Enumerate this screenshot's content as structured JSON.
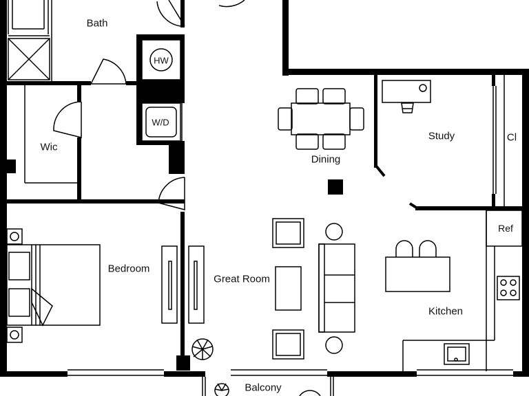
{
  "rooms": {
    "bath": "Bath",
    "wic": "Wic",
    "bedroom": "Bedroom",
    "great_room": "Great Room",
    "dining": "Dining",
    "study": "Study",
    "closet": "Cl",
    "kitchen": "Kitchen",
    "balcony": "Balcony"
  },
  "fixtures": {
    "water_heater": "HW",
    "washer_dryer": "W/D",
    "refrigerator": "Ref"
  },
  "colors": {
    "wall": "#000000",
    "line": "#000000",
    "background": "#ffffff"
  }
}
